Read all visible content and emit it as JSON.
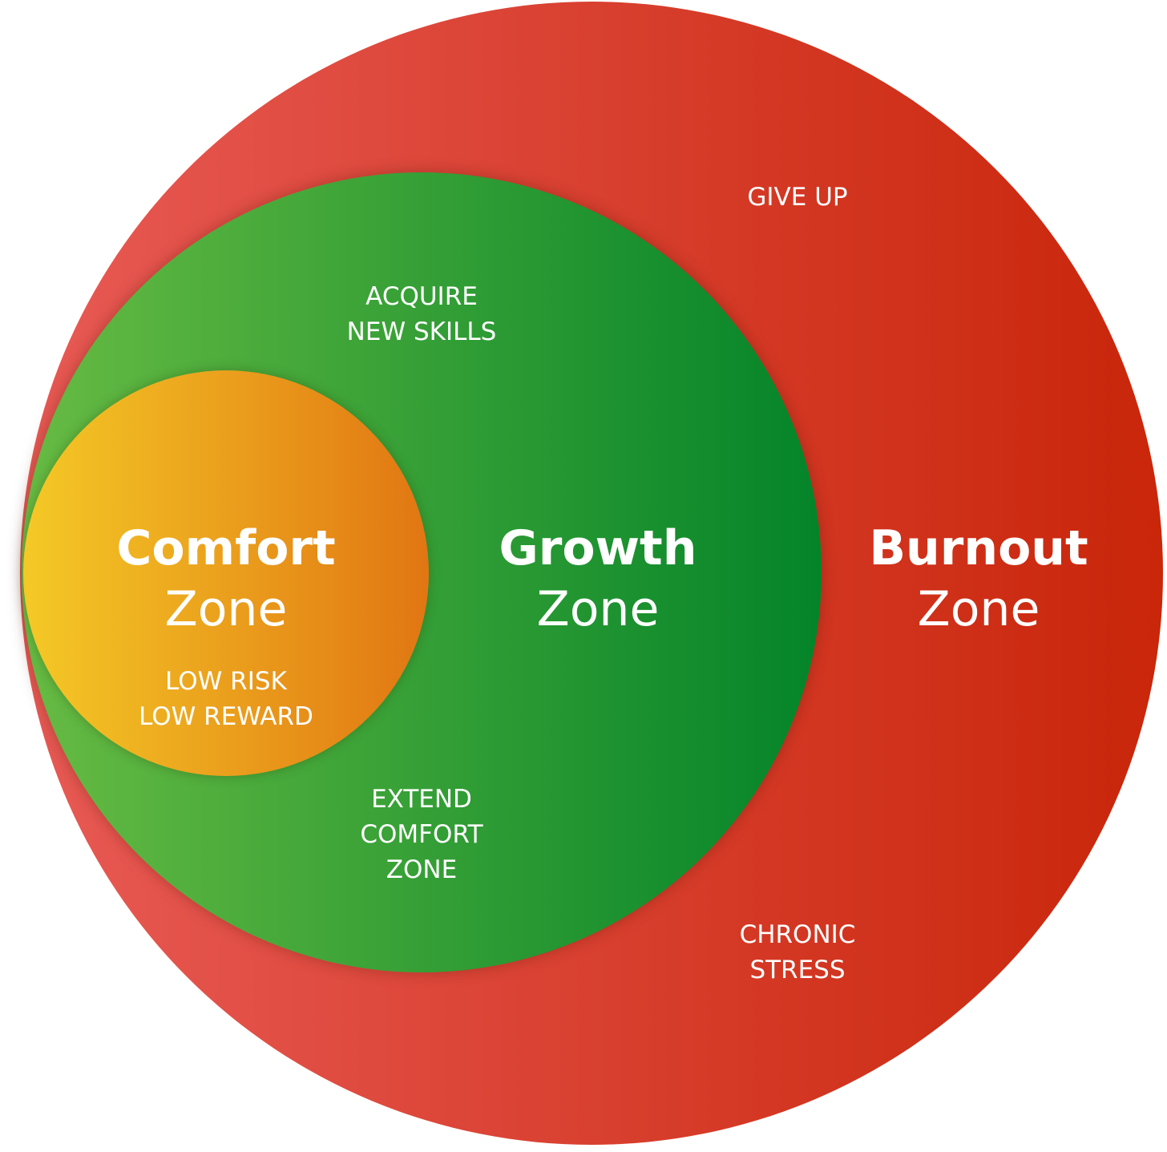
{
  "zones": {
    "burnout": {
      "name": "Burnout",
      "suffix": "Zone",
      "notes": [
        "GIVE UP",
        "CHRONIC",
        "STRESS"
      ],
      "colors": {
        "left": "#e85a55",
        "right": "#c9260a"
      }
    },
    "growth": {
      "name": "Growth",
      "suffix": "Zone",
      "notes_top": [
        "ACQUIRE",
        "NEW SKILLS"
      ],
      "notes_bottom": [
        "EXTEND",
        "COMFORT",
        "ZONE"
      ],
      "colors": {
        "left": "#67bb43",
        "right": "#048429"
      }
    },
    "comfort": {
      "name": "Comfort",
      "suffix": "Zone",
      "notes": [
        "LOW RISK",
        "LOW REWARD"
      ],
      "colors": {
        "left": "#f4c926",
        "right": "#e17613"
      }
    }
  }
}
